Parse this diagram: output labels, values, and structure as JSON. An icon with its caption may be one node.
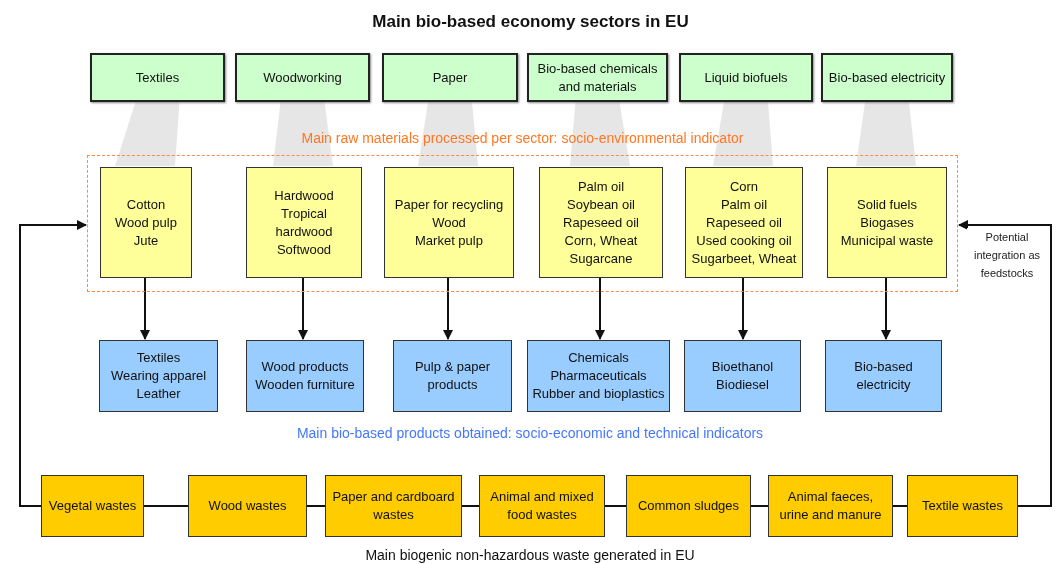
{
  "diagram": {
    "title": "Main bio-based economy sectors in EU",
    "nodes": [
      {
        "text": [
          "Textiles"
        ]
      },
      {
        "text": [
          "Woodworking"
        ]
      },
      {
        "text": [
          "Paper"
        ]
      },
      {
        "text": [
          "Bio-based chemicals and materials"
        ]
      },
      {
        "text": [
          "Liquid biofuels"
        ]
      },
      {
        "text": [
          "Bio-based electricity"
        ]
      },
      {
        "text": [
          "Main raw materials processed per sector: socio-environmental indicator"
        ]
      },
      {
        "text": [
          "Cotton",
          "Wood pulp",
          "Jute"
        ],
        "in": 6
      },
      {
        "text": [
          "Hardwood",
          "Tropical hardwood",
          "Softwood"
        ],
        "in": 6
      },
      {
        "text": [
          "Paper for recycling",
          "Wood",
          "Market pulp"
        ],
        "in": 6
      },
      {
        "text": [
          "Palm oil",
          "Soybean oil",
          "Rapeseed oil",
          "Corn, Wheat",
          "Sugarcane"
        ],
        "in": 6
      },
      {
        "text": [
          "Corn",
          "Palm oil",
          "Rapeseed oil",
          "Used cooking oil",
          "Sugarbeet, Wheat"
        ],
        "in": 6
      },
      {
        "text": [
          "Solid fuels",
          "Biogases",
          "Municipal waste"
        ],
        "in": 6
      },
      {
        "text": [
          "Textiles",
          "Wearing apparel",
          "Leather"
        ]
      },
      {
        "text": [
          "Wood products",
          "Wooden furniture"
        ]
      },
      {
        "text": [
          "Pulp & paper products"
        ]
      },
      {
        "text": [
          "Chemicals",
          "Pharmaceuticals",
          "Rubber and bioplastics"
        ]
      },
      {
        "text": [
          "Bioethanol",
          "Biodiesel"
        ]
      },
      {
        "text": [
          "Bio-based electricity"
        ]
      },
      {
        "text": [
          "Vegetal wastes"
        ]
      },
      {
        "text": [
          "Wood wastes"
        ]
      },
      {
        "text": [
          "Paper and cardboard wastes"
        ]
      },
      {
        "text": [
          "Animal and mixed food wastes"
        ]
      },
      {
        "text": [
          "Common sludges"
        ]
      },
      {
        "text": [
          "Animal faeces, urine and manure"
        ]
      },
      {
        "text": [
          "Textile wastes"
        ]
      }
    ],
    "edges": [
      {
        "from": 0,
        "to": 7,
        "arrow": "none",
        "style": "thick",
        "color": "#e6e6e6"
      },
      {
        "from": 1,
        "to": 8,
        "arrow": "none",
        "style": "thick",
        "color": "#e6e6e6"
      },
      {
        "from": 2,
        "to": 9,
        "arrow": "none",
        "style": "thick",
        "color": "#e6e6e6"
      },
      {
        "from": 3,
        "to": 10,
        "arrow": "none",
        "style": "thick",
        "color": "#e6e6e6"
      },
      {
        "from": 4,
        "to": 11,
        "arrow": "none",
        "style": "thick",
        "color": "#e6e6e6"
      },
      {
        "from": 5,
        "to": 12,
        "arrow": "none",
        "style": "thick",
        "color": "#e6e6e6"
      },
      {
        "from": 7,
        "to": 13,
        "arrow": "to"
      },
      {
        "from": 8,
        "to": 14,
        "arrow": "to"
      },
      {
        "from": 9,
        "to": 15,
        "arrow": "to"
      },
      {
        "from": 10,
        "to": 16,
        "arrow": "to"
      },
      {
        "from": 11,
        "to": 17,
        "arrow": "to"
      },
      {
        "from": 12,
        "to": 18,
        "arrow": "to"
      },
      {
        "from": 19,
        "to": 20,
        "arrow": "none"
      },
      {
        "from": 20,
        "to": 21,
        "arrow": "none"
      },
      {
        "from": 21,
        "to": 22,
        "arrow": "none"
      },
      {
        "from": 22,
        "to": 23,
        "arrow": "none"
      },
      {
        "from": 23,
        "to": 24,
        "arrow": "none"
      },
      {
        "from": 24,
        "to": 25,
        "arrow": "none"
      },
      {
        "from": 19,
        "to": 6,
        "arrow": "to"
      },
      {
        "from": 25,
        "to": 6,
        "arrow": "to",
        "label": "Potential integration as feedstocks"
      }
    ],
    "labels": [
      "Main bio-based products obtained: socio-economic and technical indicators",
      "Main biogenic non-hazardous waste generated in EU"
    ]
  }
}
